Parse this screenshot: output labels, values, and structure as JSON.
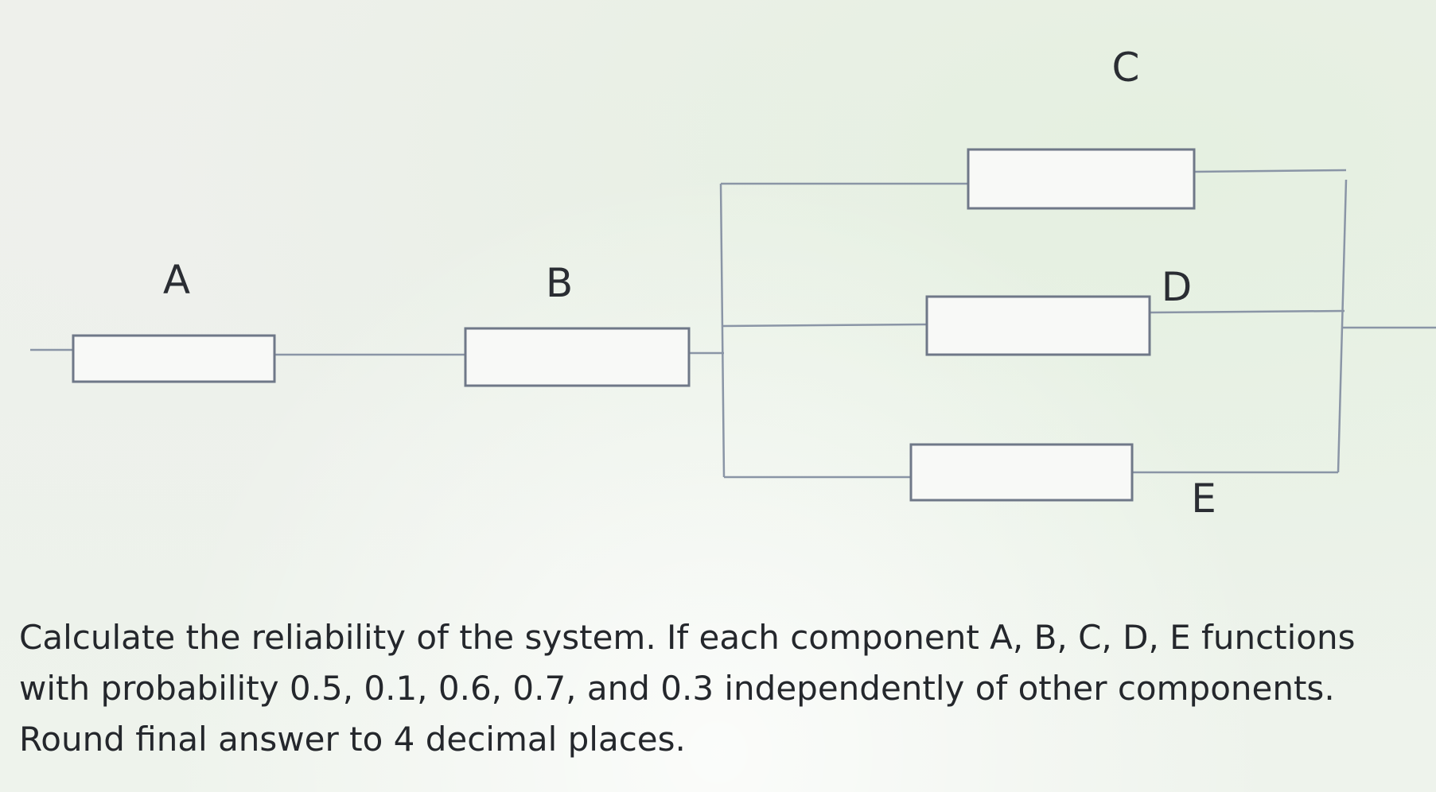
{
  "diagram": {
    "components": {
      "a": "A",
      "b": "B",
      "c": "C",
      "d": "D",
      "e": "E"
    }
  },
  "question": {
    "text": "Calculate the reliability of the system. If each component A, B, C, D, E functions with probability 0.5, 0.1, 0.6, 0.7, and 0.3 independently of other components. Round final answer to 4 decimal places."
  }
}
